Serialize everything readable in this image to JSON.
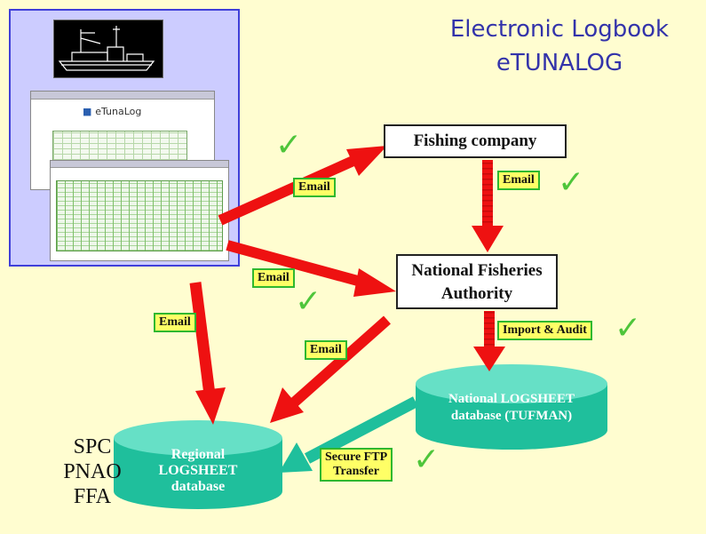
{
  "header": {
    "title_line1": "Electronic Logbook",
    "title_line2": "eTUNALOG"
  },
  "screenshot": {
    "app_name": "eTunaLog"
  },
  "nodes": {
    "fishing_company": "Fishing company",
    "nfa_line1": "National Fisheries",
    "nfa_line2": "Authority",
    "national_db_line1": "National LOGSHEET",
    "national_db_line2": "database (TUFMAN)",
    "regional_db_line1": "Regional",
    "regional_db_line2": "LOGSHEET",
    "regional_db_line3": "database"
  },
  "labels": {
    "email": "Email",
    "import_audit": "Import & Audit",
    "ftp_line1": "Secure FTP",
    "ftp_line2": "Transfer"
  },
  "agencies": [
    "SPC",
    "PNAO",
    "FFA"
  ],
  "check_symbol": "✓",
  "colors": {
    "background": "#fffdd0",
    "title": "#3333aa",
    "arrow": "#ee1111",
    "tag_fill": "#ffff66",
    "tag_border": "#2fb82f",
    "check": "#4ec53a",
    "db_fill": "#1fbf9c"
  }
}
